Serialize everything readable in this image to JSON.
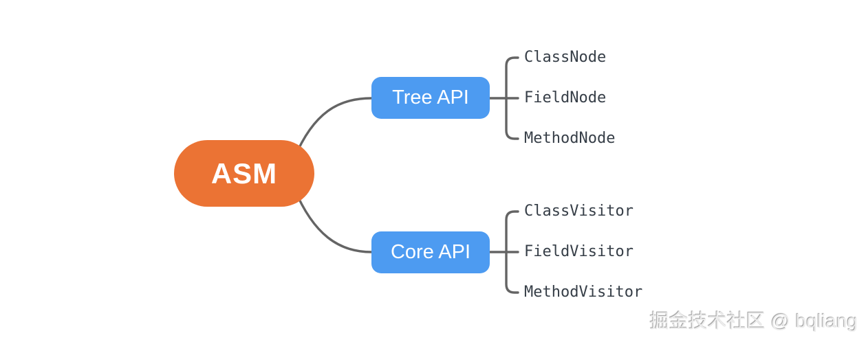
{
  "root": {
    "label": "ASM"
  },
  "branches": [
    {
      "label": "Tree API",
      "children": [
        {
          "label": "ClassNode"
        },
        {
          "label": "FieldNode"
        },
        {
          "label": "MethodNode"
        }
      ]
    },
    {
      "label": "Core API",
      "children": [
        {
          "label": "ClassVisitor"
        },
        {
          "label": "FieldVisitor"
        },
        {
          "label": "MethodVisitor"
        }
      ]
    }
  ],
  "watermark": "掘金技术社区 @ bqliang",
  "colors": {
    "background": "#FFFFFF",
    "root_fill": "#EB7334",
    "branch_fill": "#4D9BF1",
    "connector": "#646464",
    "leaf_text": "#363E47",
    "node_text": "#FFFFFF"
  }
}
